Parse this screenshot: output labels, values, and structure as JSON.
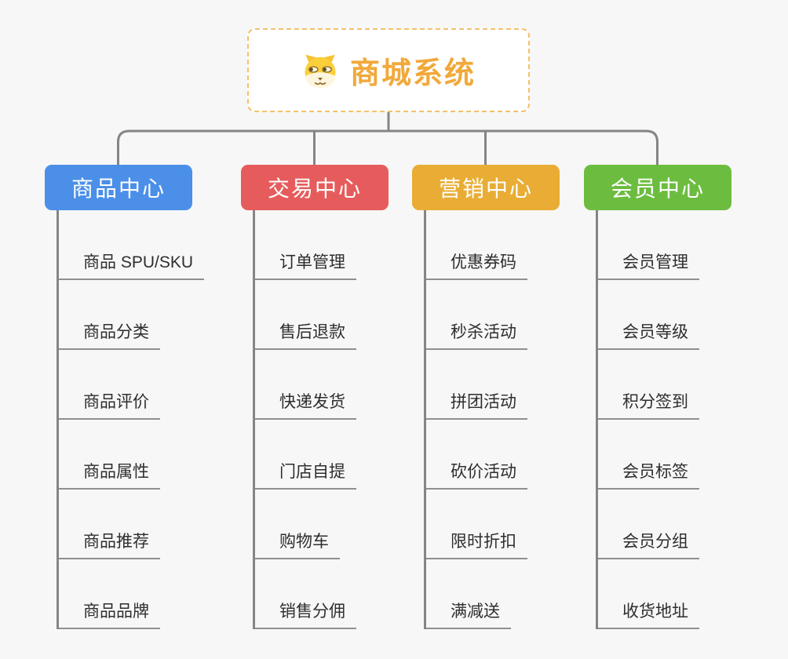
{
  "root": {
    "title": "商城系统",
    "icon": "dog-face-icon",
    "accent_color": "#f1a93a",
    "border_color": "#f4c06b"
  },
  "connector_color": "#858585",
  "branches": [
    {
      "label": "商品中心",
      "color": "#4b8fe8",
      "children": [
        "商品 SPU/SKU",
        "商品分类",
        "商品评价",
        "商品属性",
        "商品推荐",
        "商品品牌"
      ]
    },
    {
      "label": "交易中心",
      "color": "#e65c5c",
      "children": [
        "订单管理",
        "售后退款",
        "快递发货",
        "门店自提",
        "购物车",
        "销售分佣"
      ]
    },
    {
      "label": "营销中心",
      "color": "#e9ad35",
      "children": [
        "优惠券码",
        "秒杀活动",
        "拼团活动",
        "砍价活动",
        "限时折扣",
        "满减送"
      ]
    },
    {
      "label": "会员中心",
      "color": "#6cbd3f",
      "children": [
        "会员管理",
        "会员等级",
        "积分签到",
        "会员标签",
        "会员分组",
        "收货地址"
      ]
    }
  ]
}
